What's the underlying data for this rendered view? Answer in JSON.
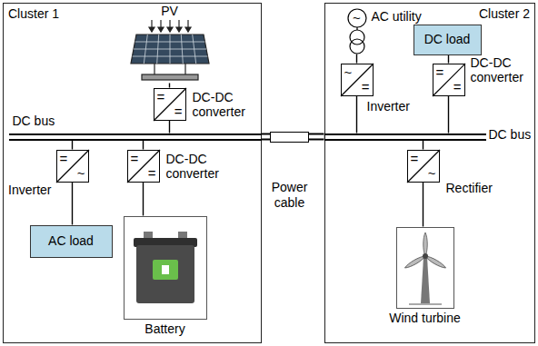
{
  "diagram": {
    "nodes": [
      {
        "text": [
          "Cluster 1"
        ]
      },
      {
        "text": [
          "PV"
        ],
        "in": 0
      },
      {
        "text": [
          "=",
          "=",
          "DC-DC converter"
        ],
        "in": 0
      },
      {
        "text": [
          "DC bus"
        ],
        "in": 0
      },
      {
        "text": [
          "=",
          "~",
          "Inverter"
        ],
        "in": 0
      },
      {
        "text": [
          "=",
          "=",
          "DC-DC converter"
        ],
        "in": 0
      },
      {
        "text": [
          "AC load"
        ],
        "in": 0
      },
      {
        "text": [
          "Battery"
        ],
        "in": 0
      },
      {
        "text": [
          "Power cable"
        ]
      },
      {
        "text": [
          "Cluster 2"
        ]
      },
      {
        "text": [
          "~",
          "AC utility"
        ],
        "in": 9
      },
      {
        "text": [
          "~",
          "=",
          "Inverter"
        ],
        "in": 9
      },
      {
        "text": [
          "DC load"
        ],
        "in": 9
      },
      {
        "text": [
          "=",
          "=",
          "DC-DC converter"
        ],
        "in": 9
      },
      {
        "text": [
          "DC bus"
        ],
        "in": 9
      },
      {
        "text": [
          "=",
          "~",
          "Rectifier"
        ],
        "in": 9
      },
      {
        "text": [
          "Wind turbine"
        ],
        "in": 9
      }
    ],
    "edges": [
      {
        "from": 1,
        "to": 2,
        "arrow": "none"
      },
      {
        "from": 2,
        "to": 3,
        "arrow": "none"
      },
      {
        "from": 3,
        "to": 4,
        "arrow": "none"
      },
      {
        "from": 3,
        "to": 5,
        "arrow": "none"
      },
      {
        "from": 4,
        "to": 6,
        "arrow": "none"
      },
      {
        "from": 5,
        "to": 7,
        "arrow": "none"
      },
      {
        "from": 3,
        "to": 8,
        "arrow": "none"
      },
      {
        "from": 8,
        "to": 14,
        "arrow": "none"
      },
      {
        "from": 10,
        "to": 11,
        "arrow": "none"
      },
      {
        "from": 11,
        "to": 14,
        "arrow": "none"
      },
      {
        "from": 12,
        "to": 13,
        "arrow": "none"
      },
      {
        "from": 13,
        "to": 14,
        "arrow": "none"
      },
      {
        "from": 14,
        "to": 15,
        "arrow": "none"
      },
      {
        "from": 15,
        "to": 16,
        "arrow": "none"
      }
    ]
  }
}
